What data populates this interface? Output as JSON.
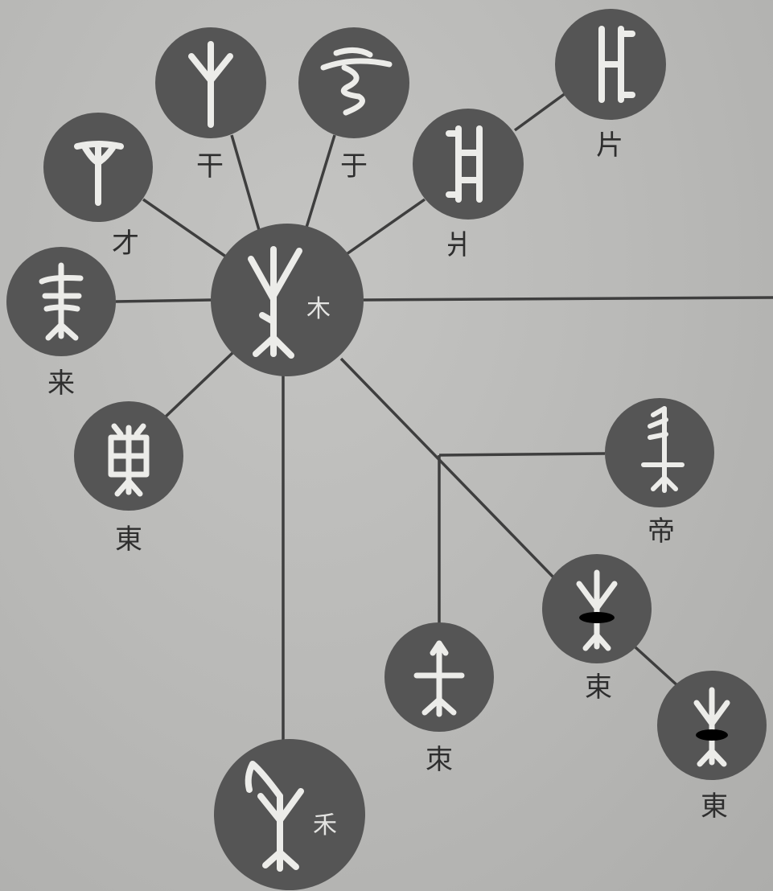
{
  "center": {
    "name": "mu",
    "inner_label": "木"
  },
  "nodes": [
    {
      "id": "cai",
      "label": "才"
    },
    {
      "id": "gan",
      "label": "干"
    },
    {
      "id": "yu",
      "label": "于"
    },
    {
      "id": "qiang",
      "label": "爿"
    },
    {
      "id": "pian",
      "label": "片"
    },
    {
      "id": "lai",
      "label": "来"
    },
    {
      "id": "dong",
      "label": "東"
    },
    {
      "id": "he",
      "label": "禾",
      "label_inside": true
    },
    {
      "id": "di",
      "label": "帝"
    },
    {
      "id": "shu1",
      "label": "朿"
    },
    {
      "id": "shu2",
      "label": "束"
    },
    {
      "id": "shu3",
      "label": "東"
    }
  ],
  "colors": {
    "background": "#b9b9b7",
    "node": "#555555",
    "glyph": "#ecece9",
    "line": "#3e3e3e",
    "label": "#2e2e2e"
  }
}
